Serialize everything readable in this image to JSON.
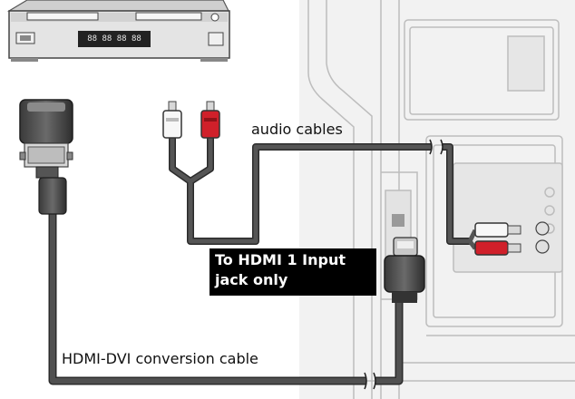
{
  "labels": {
    "audio_cables": "audio cables",
    "hdmi_dvi_cable": "HDMI-DVI conversion cable",
    "hdmi_input_line1": "To HDMI 1 Input",
    "hdmi_input_line2": "jack only"
  },
  "device": {
    "display_text": "88 88 88 88"
  },
  "colors": {
    "cable": "#505050",
    "cable_outline": "#2b2b2b",
    "audio_red": "#d0202a",
    "tv_panel": "#eeeeee",
    "tv_lines": "#bdbdbd",
    "label_box": "#000000"
  },
  "icons": {
    "source_device": "vcr-dvd-player-icon",
    "dvi_plug": "dvi-connector-icon",
    "rca_plugs": "rca-plug-pair-icon",
    "hdmi_plug": "hdmi-connector-icon",
    "cable_break": "cable-break-icon"
  }
}
